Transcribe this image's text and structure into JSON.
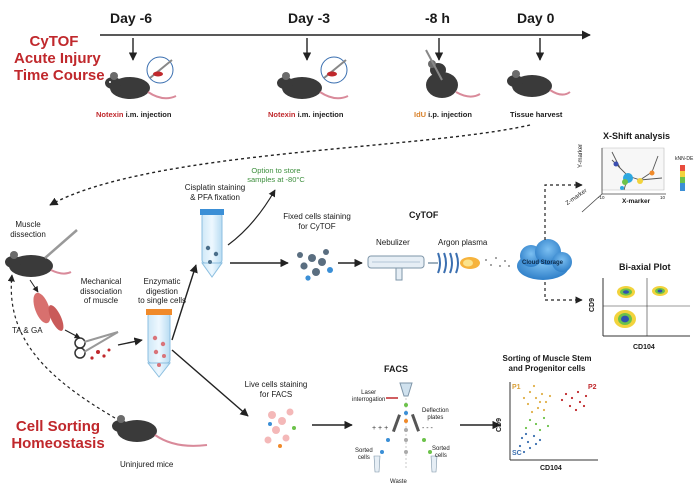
{
  "title": {
    "line1": "CyTOF",
    "line2": "Acute Injury",
    "line3": "Time Course"
  },
  "timeline": {
    "days": [
      "Day -6",
      "Day -3",
      "-8 h",
      "Day 0"
    ]
  },
  "injections": [
    {
      "agent": "Notexin",
      "rest": " i.m. injection"
    },
    {
      "agent": "Notexin",
      "rest": " i.m. injection"
    },
    {
      "agent": "IdU",
      "rest": " i.p. injection"
    },
    {
      "agent": "",
      "rest": "Tissue harvest"
    }
  ],
  "steps": {
    "muscle_dissection": [
      "Muscle",
      "dissection"
    ],
    "muscles": "TA & GA",
    "mechanical": [
      "Mechanical",
      "dissociation",
      "of muscle"
    ],
    "enzymatic": [
      "Enzymatic",
      "digestion",
      "to single cells"
    ],
    "cisplatin": [
      "Cisplatin staining",
      "& PFA fixation"
    ],
    "store_option": [
      "Option to store",
      "samples at -80°C"
    ],
    "fixed_stain": [
      "Fixed cells staining",
      "for CyTOF"
    ],
    "cytof": "CyTOF",
    "nebulizer": "Nebulizer",
    "argon": "Argon plasma",
    "cloud": "Cloud Storage",
    "live_stain": [
      "Live cells staining",
      "for FACS"
    ],
    "facs": "FACS",
    "laser": [
      "Laser",
      "interrogation"
    ],
    "deflection": [
      "Deflection",
      "plates"
    ],
    "sorted_left": [
      "Sorted",
      "cells"
    ],
    "sorted_right": [
      "Sorted",
      "cells"
    ],
    "waste": "Waste",
    "uninjured": "Uninjured mice"
  },
  "homeostasis": {
    "line1": "Cell Sorting",
    "line2": "Homeostasis"
  },
  "xshift": {
    "title": "X-Shift analysis",
    "xlabel": "X-marker",
    "ylabel": "Y-marker",
    "zlabel": "Z-marker",
    "legend": "kNN-DE",
    "tick_neg": "-10",
    "tick_pos": "10"
  },
  "biaxial": {
    "title": "Bi-axial Plot",
    "xlabel": "CD104",
    "ylabel": "CD9"
  },
  "sorting": {
    "title": [
      "Sorting of Muscle Stem",
      "and Progenitor cells"
    ],
    "xlabel": "CD104",
    "ylabel": "CD9",
    "p1": "P1",
    "p2": "P2",
    "sc": "SC"
  },
  "colors": {
    "title_red": "#c0282c",
    "notexin": "#c0282c",
    "idu": "#d9822b",
    "green": "#3d8f3d",
    "cloud": "#3b8fd6"
  }
}
